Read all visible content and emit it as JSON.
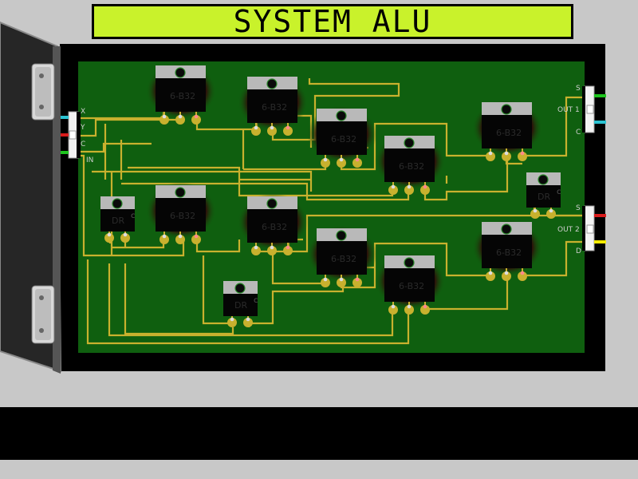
{
  "title": "SYSTEM ALU",
  "colors": {
    "title_bg": "#c9f22b",
    "board": "#0f5f0f",
    "trace": "#c8b12e",
    "case": "#000000",
    "background": "#c8c8c8"
  },
  "chip_label": "6-B32",
  "buffer_label": "DR",
  "left_connector": {
    "pins": [
      {
        "label": "X",
        "wire_color": "#2bc3d2"
      },
      {
        "label": "Y",
        "wire_color": "#d81c1c"
      },
      {
        "label": "C",
        "wire_color": "#1ec41e"
      },
      {
        "label": "IN",
        "wire_color": ""
      }
    ]
  },
  "right_connector_1": {
    "title": "OUT 1",
    "pins": [
      {
        "label": "S",
        "wire_color": "#1ec41e"
      },
      {
        "label": "C",
        "wire_color": "#2bc3d2"
      }
    ]
  },
  "right_connector_2": {
    "title": "OUT 2",
    "pins": [
      {
        "label": "S",
        "wire_color": "#d81c1c"
      },
      {
        "label": "D",
        "wire_color": "#f4ea00"
      }
    ]
  }
}
